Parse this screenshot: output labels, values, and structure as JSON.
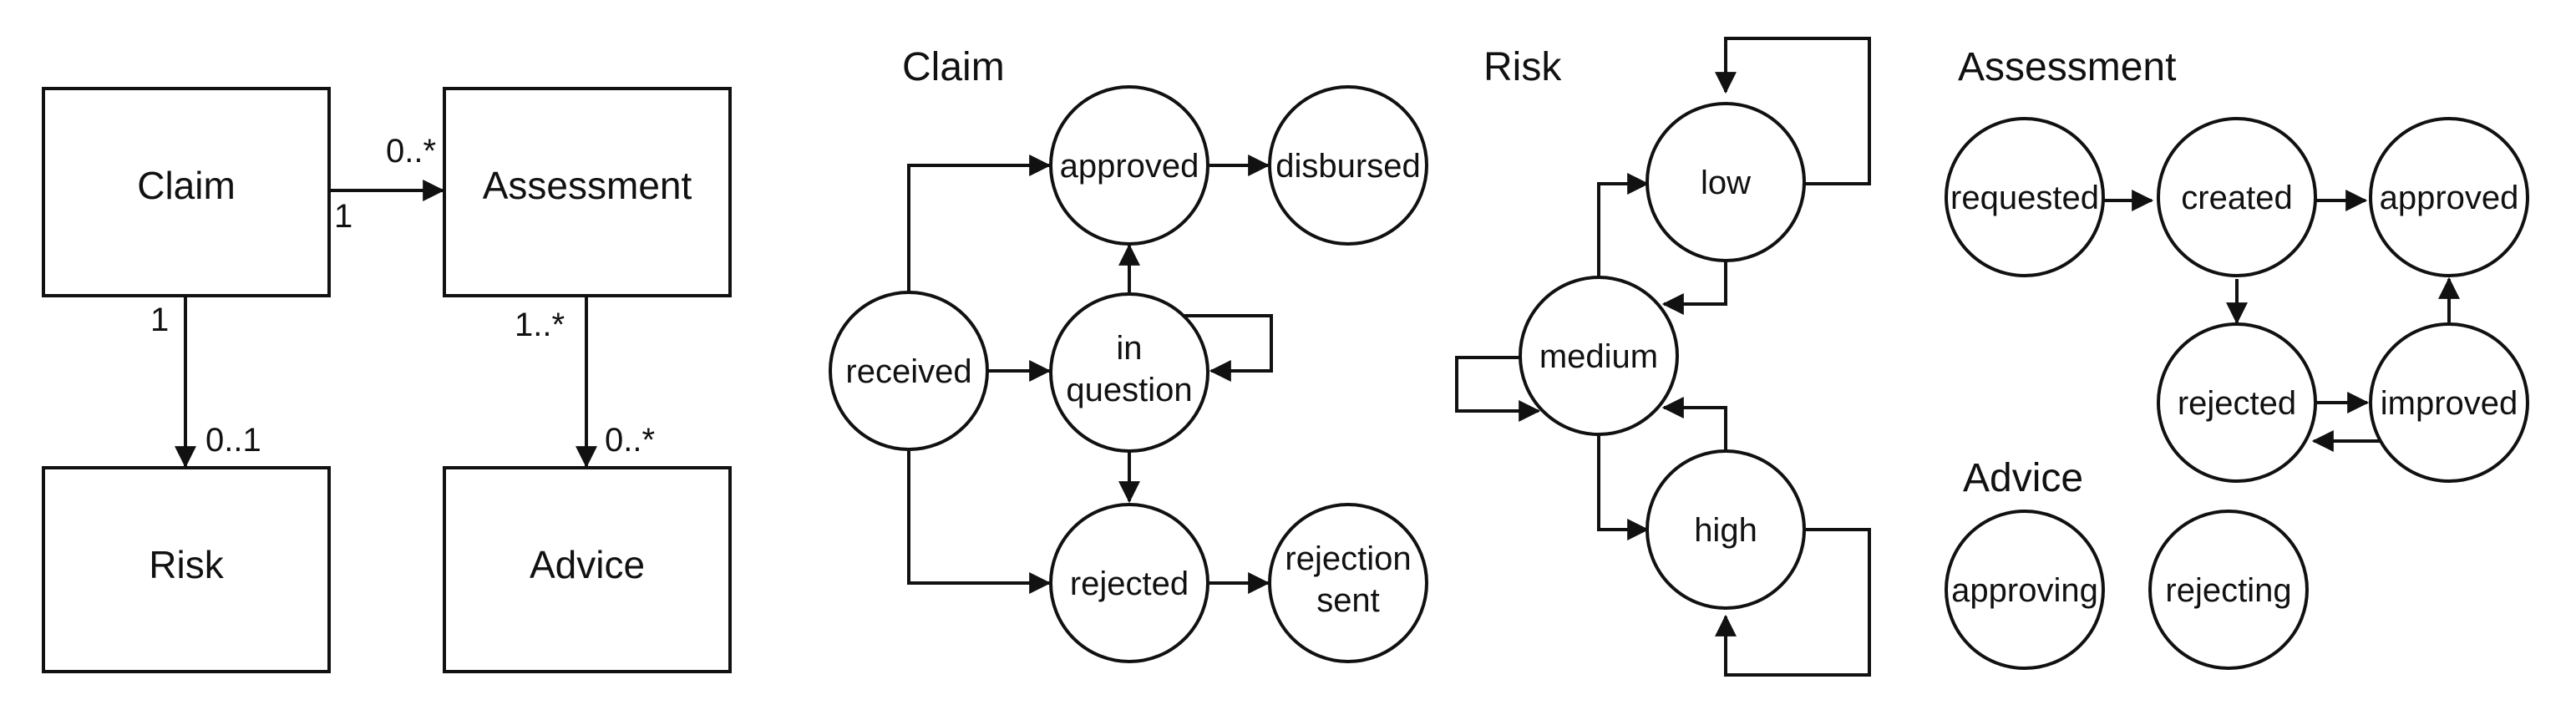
{
  "class_diagram": {
    "classes": {
      "claim": "Claim",
      "assessment": "Assessment",
      "risk": "Risk",
      "advice": "Advice"
    },
    "multiplicities": {
      "claim_assessment_target": "0..*",
      "claim_assessment_source": "1",
      "claim_risk_source": "1",
      "claim_risk_target": "0..1",
      "assessment_advice_source": "1..*",
      "assessment_advice_target": "0..*"
    }
  },
  "claim_states": {
    "title": "Claim",
    "states": {
      "received": "received",
      "approved": "approved",
      "disbursed": "disbursed",
      "in_question_1": "in",
      "in_question_2": "question",
      "rejected": "rejected",
      "rejection_sent_1": "rejection",
      "rejection_sent_2": "sent"
    }
  },
  "risk_states": {
    "title": "Risk",
    "states": {
      "low": "low",
      "medium": "medium",
      "high": "high"
    }
  },
  "assessment_states": {
    "title": "Assessment",
    "states": {
      "requested": "requested",
      "created": "created",
      "approved": "approved",
      "rejected": "rejected",
      "improved": "improved"
    }
  },
  "advice_states": {
    "title": "Advice",
    "states": {
      "approving": "approving",
      "rejecting": "rejecting"
    }
  }
}
